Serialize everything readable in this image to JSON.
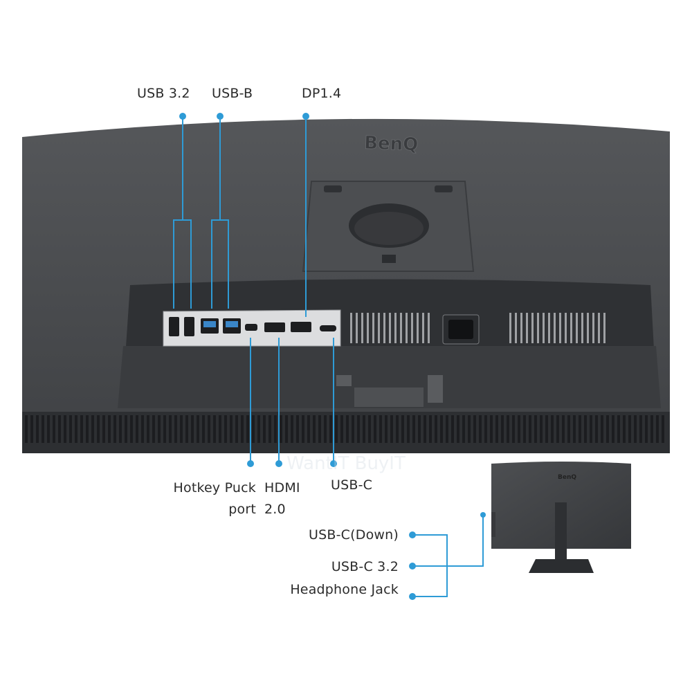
{
  "brand": "BenQ",
  "mini_brand": "BenQ",
  "watermark": "WantIT BuyIT",
  "top_labels": {
    "usb32": "USB 3.2",
    "usbb": "USB-B",
    "dp": "DP1.4"
  },
  "bottom_labels": {
    "hotkey": "Hotkey Puck\nport",
    "hdmi": "HDMI\n2.0",
    "usbc": "USB-C"
  },
  "side_labels": {
    "usbc_down": "USB-C(Down)",
    "usbc32": "USB-C 3.2",
    "headphone": "Headphone Jack"
  },
  "colors": {
    "callout": "#2e9bd6",
    "body": "#4a4c4f",
    "port_panel": "#d9dadc",
    "background": "#ffffff"
  }
}
